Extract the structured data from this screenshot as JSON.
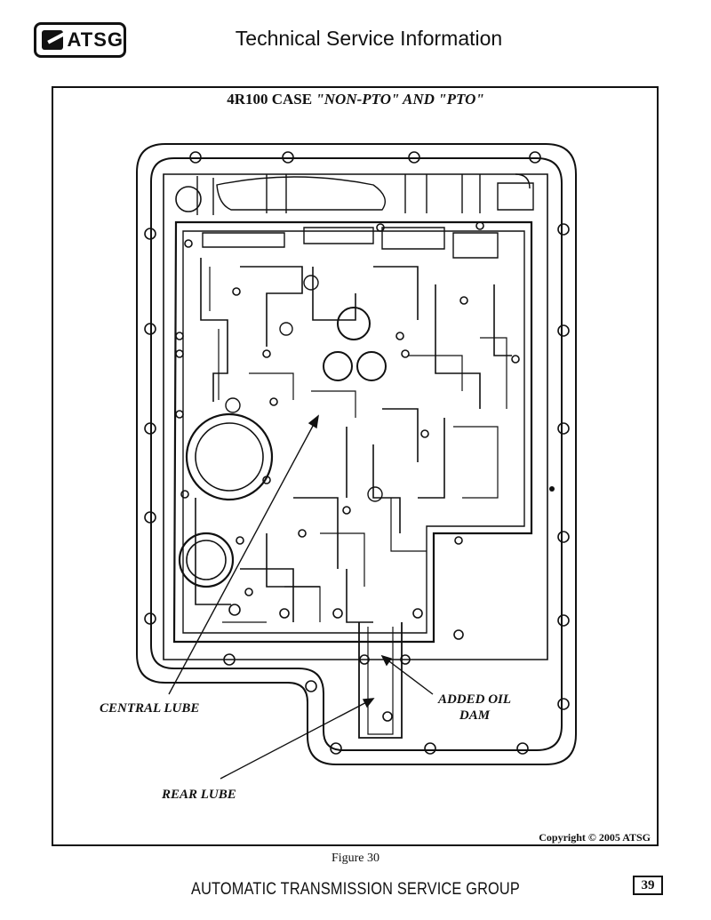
{
  "header": {
    "logo_text": "ATSG",
    "title": "Technical Service Information"
  },
  "figure": {
    "title_plain": "4R100 CASE ",
    "title_italic": "\"NON-PTO\" AND \"PTO\"",
    "callouts": {
      "central_lube": "CENTRAL LUBE",
      "added_oil_dam_line1": "ADDED OIL",
      "added_oil_dam_line2": "DAM",
      "rear_lube": "REAR LUBE"
    },
    "copyright": "Copyright © 2005 ATSG",
    "caption": "Figure 30"
  },
  "footer": {
    "text": "AUTOMATIC TRANSMISSION SERVICE GROUP",
    "page_number": "39"
  }
}
